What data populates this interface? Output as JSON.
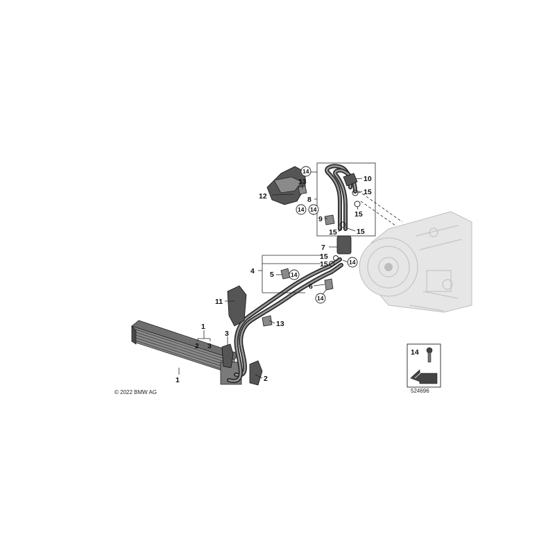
{
  "copyright": "© 2022 BMW AG",
  "image_number": "524696",
  "callouts": {
    "c1_main": "1",
    "c1_group": "1",
    "c2_under_group": "2",
    "c3_under_group": "3",
    "c2": "2",
    "c3": "3",
    "c4": "4",
    "c5": "5",
    "c6": "6",
    "c7": "7",
    "c8": "8",
    "c9": "9",
    "c10": "10",
    "c11": "11",
    "c12": "12",
    "c13_top": "13",
    "c13_mid": "13",
    "c14_circ_a": "14",
    "c14_circ_b": "14",
    "c14_circ_c": "14",
    "c14_circ_d": "14",
    "c14_circ_e": "14",
    "c14_circ_f": "14",
    "c15_a": "15",
    "c15_b": "15",
    "c15_c": "15",
    "c15_d": "15",
    "c15_e": "15",
    "c15_f": "15"
  },
  "legend_box": {
    "number": "14"
  }
}
